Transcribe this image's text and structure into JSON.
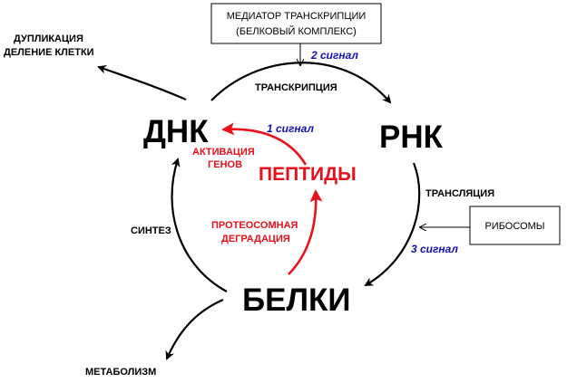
{
  "colors": {
    "text": "#000000",
    "accent_red": "#e8111b",
    "signal_blue": "#1010b8"
  },
  "nodes": {
    "dna": "ДНК",
    "rna": "РНК",
    "proteins": "БЕЛКИ",
    "peptides": "ПЕПТИДЫ"
  },
  "processes": {
    "transcription": "ТРАНСКРИПЦИЯ",
    "translation": "ТРАНСЛЯЦИЯ",
    "synthesis": "СИНТЕЗ",
    "duplication_line1": "ДУПЛИКАЦИЯ",
    "duplication_line2": "ДЕЛЕНИЕ КЛЕТКИ",
    "metabolism": "МЕТАБОЛИЗМ",
    "gene_activation_line1": "АКТИВАЦИЯ",
    "gene_activation_line2": "ГЕНОВ",
    "proteasome_line1": "ПРОТЕОСОМНАЯ",
    "proteasome_line2": "ДЕГРАДАЦИЯ"
  },
  "boxes": {
    "mediator_line1": "МЕДИАТОР ТРАНСКРИПЦИИ",
    "mediator_line2": "(БЕЛКОВЫЙ КОМПЛЕКС)",
    "ribosomes": "РИБОСОМЫ"
  },
  "signals": {
    "signal1": "1 сигнал",
    "signal2": "2 сигнал",
    "signal3": "3 сигнал"
  }
}
